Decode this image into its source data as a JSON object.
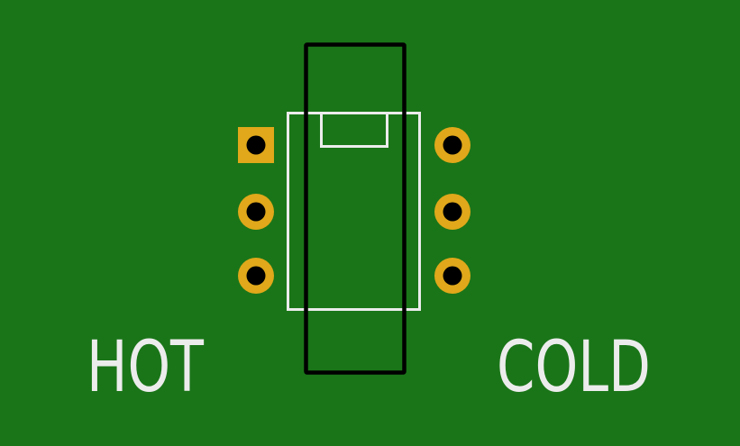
{
  "colors": {
    "board": "#1a7518",
    "copper": "#e0a81a",
    "drill": "#000000",
    "silkscreen": "#ececec",
    "outline": "#000000"
  },
  "labels": {
    "left": "HOT",
    "right": "COLD"
  },
  "component": {
    "pin_count": 6,
    "pin1_square": true
  }
}
